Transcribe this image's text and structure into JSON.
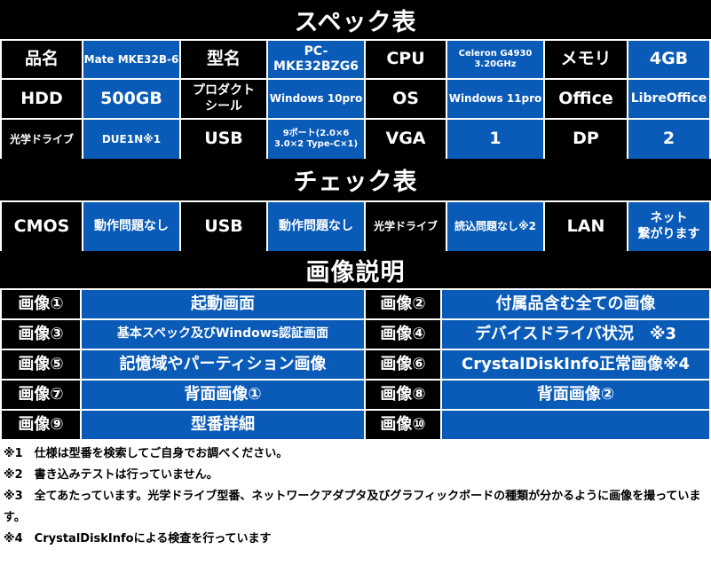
{
  "spec": {
    "title": "スペック表",
    "rows": [
      [
        "品名",
        "Mate MKE32B-6",
        "型名",
        "PC-\nMKE32BZG6",
        "CPU",
        "Celeron G4930\n3.20GHz",
        "メモリ",
        "4GB"
      ],
      [
        "HDD",
        "500GB",
        "プロダクト\nシール",
        "Windows 10pro",
        "OS",
        "Windows 11pro",
        "Office",
        "LibreOffice"
      ],
      [
        "光学ドライブ",
        "DUE1N※1",
        "USB",
        "9ポート(2.0×6\n3.0×2 Type-C×1)",
        "VGA",
        "1",
        "DP",
        "2"
      ]
    ]
  },
  "check": {
    "title": "チェック表",
    "row": [
      "CMOS",
      "動作問題なし",
      "USB",
      "動作問題なし",
      "光学ドライブ",
      "読込問題なし※2",
      "LAN",
      "ネット\n繋がります"
    ]
  },
  "images": {
    "title": "画像説明",
    "rows": [
      [
        "画像①",
        "起動画面",
        "画像②",
        "付属品含む全ての画像"
      ],
      [
        "画像③",
        "基本スペック及びWindows認証画面",
        "画像④",
        "デバイスドライバ状況　※3"
      ],
      [
        "画像⑤",
        "記憶域やパーティション画像",
        "画像⑥",
        "CrystalDiskInfo正常画像※4"
      ],
      [
        "画像⑦",
        "背面画像①",
        "画像⑧",
        "背面画像②"
      ],
      [
        "画像⑨",
        "型番詳細",
        "画像⑩",
        ""
      ]
    ]
  },
  "notes": [
    "※1　仕様は型番を検索してご自身でお調べください。",
    "※2　書き込みテストは行っていません。",
    "※3　全てあたっています。光学ドライブ型番、ネットワークアダプタ及びグラフィックボードの種類が分かるように画像を撮っています。",
    "※4　CrystalDiskInfoによる検査を行っています"
  ],
  "colors": {
    "header_bg": "#000000",
    "value_bg": "#0a5bb8",
    "text": "#ffffff"
  }
}
